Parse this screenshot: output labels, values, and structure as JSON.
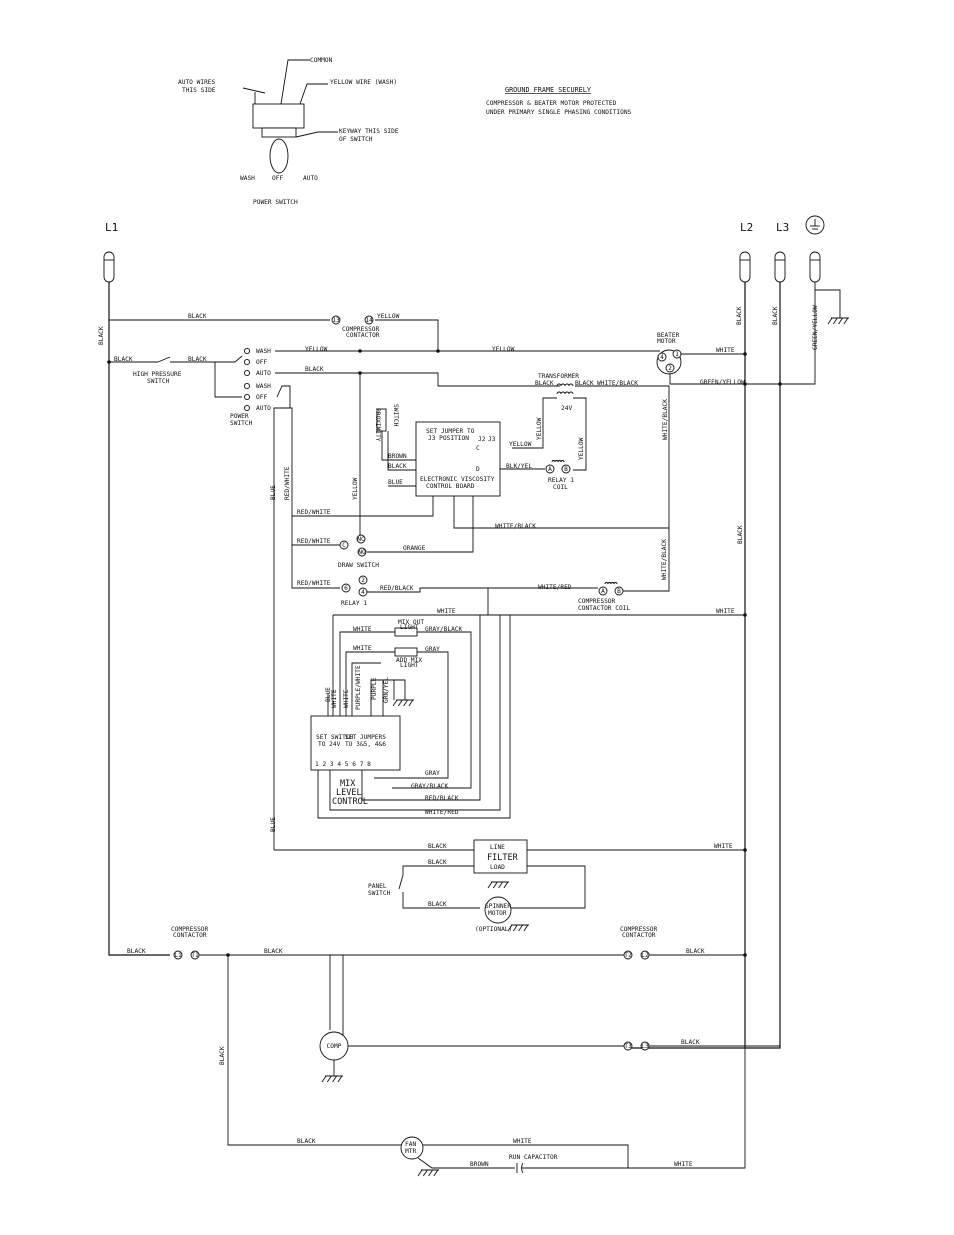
{
  "power_switch": {
    "common": "COMMON",
    "auto_wires": [
      "AUTO WIRES",
      "THIS SIDE"
    ],
    "yellow_wire": "YELLOW WIRE (WASH)",
    "keyway": [
      "KEYWAY THIS SIDE",
      "OF SWITCH"
    ],
    "positions": [
      "WASH",
      "OFF",
      "AUTO"
    ],
    "title": "POWER SWITCH"
  },
  "notes": {
    "ground": "GROUND FRAME SECURELY",
    "protected": [
      "COMPRESSOR & BEATER MOTOR PROTECTED",
      "UNDER PRIMARY SINGLE PHASING CONDITIONS"
    ]
  },
  "terminals": {
    "l1": "L1",
    "l2": "L2",
    "l3": "L3"
  },
  "components": {
    "compressor_contactor": [
      "COMPRESSOR",
      "CONTACTOR"
    ],
    "contactor_top": [
      "13",
      "14"
    ],
    "beater_motor": [
      "BEATER",
      "MOTOR"
    ],
    "beater_terms": [
      "4",
      "1",
      "2"
    ],
    "high_pressure": [
      "HIGH PRESSURE",
      "SWITCH"
    ],
    "switch_positions": [
      "WASH",
      "OFF",
      "AUTO",
      "WASH",
      "OFF",
      "AUTO"
    ],
    "power_switch": [
      "POWER",
      "SWITCH"
    ],
    "transformer": "TRANSFORMER",
    "voltage_24": "24V",
    "proximity": [
      "PROXIMITY",
      "SWITCH"
    ],
    "jumper": [
      "SET JUMPER TO",
      "J3 POSITION"
    ],
    "jumper_pins": [
      "J2",
      "J3"
    ],
    "pin_c": "C",
    "pin_d": "D",
    "control_board": [
      "ELECTRONIC VISCOSITY",
      "CONTROL BOARD"
    ],
    "relay_coil": [
      "RELAY 1",
      "COIL"
    ],
    "relay_coil_terms": [
      "A",
      "B"
    ],
    "draw_switch": "DRAW SWITCH",
    "draw_terms": [
      "NC",
      "C",
      "NO"
    ],
    "relay1": "RELAY 1",
    "relay1_terms": [
      "6",
      "2",
      "4"
    ],
    "contactor_coil": [
      "COMPRESSOR",
      "CONTACTOR COIL"
    ],
    "contactor_coil_terms": [
      "A",
      "B"
    ],
    "mix_out_light": [
      "MIX OUT",
      "LIGHT"
    ],
    "add_mix_light": [
      "ADD MIX",
      "LIGHT"
    ],
    "mix_board_switch": [
      "SET SWITCH",
      "TO 24V"
    ],
    "mix_board_jumpers": [
      "SET JUMPERS",
      "TO 3&5, 4&6"
    ],
    "mix_board_pins": "1 2 3 4 5 6 7 8",
    "mix_level": [
      "MIX",
      "LEVEL",
      "CONTROL"
    ],
    "line_filter": [
      "LINE",
      "FILTER",
      "LOAD"
    ],
    "panel_switch": [
      "PANEL",
      "SWITCH"
    ],
    "spinner": [
      "SPINNER",
      "MOTOR"
    ],
    "optional": "(OPTIONAL)",
    "contactor_l1": "L1",
    "contactor_t1": "T1",
    "contactor_t2": "T2",
    "contactor_l2": "L2",
    "contactor_t3": "T3",
    "contactor_l3": "L3",
    "comp": "COMP",
    "fan": [
      "FAN",
      "MTR"
    ],
    "run_cap": "RUN CAPACITOR"
  },
  "wire_labels": {
    "black": "BLACK",
    "yellow": "YELLOW",
    "white": "WHITE",
    "blue": "BLUE",
    "brown": "BROWN",
    "orange": "ORANGE",
    "red_white": "RED/WHITE",
    "red_black": "RED/BLACK",
    "white_black": "WHITE/BLACK",
    "white_red": "WHITE/RED",
    "green_yellow": "GREEN/YELLOW",
    "blk_yel": "BLK/YEL",
    "gray": "GRAY",
    "gray_black": "GRAY/BLACK",
    "purple": "PURPLE",
    "purple_white": "PURPLE/WHITE",
    "grn_yel": "GRN/YEL"
  }
}
